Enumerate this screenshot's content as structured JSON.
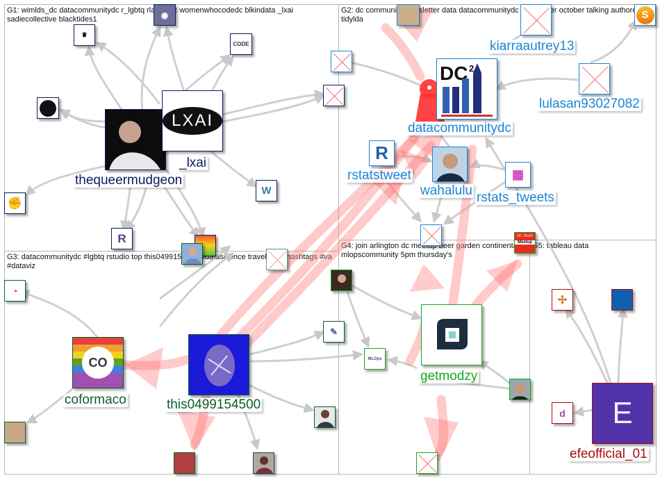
{
  "graph": {
    "groups": [
      {
        "id": "G1",
        "title": "G1: wimlds_dc datacommunitydc r_lgbtq rladiesdc womenwhocodedc blkindata _lxai sadiecollective blacktides1",
        "color": "#0b1a5c"
      },
      {
        "id": "G2",
        "title": "G2: dc community newsletter data datacommunitydc september october talking authored tidylda",
        "color": "#1a86d6"
      },
      {
        "id": "G3",
        "title": "G3: datacommunitydc #lgbtq rstudio top this0499154500 #datascience travelingali hashtags #va #dataviz",
        "color": "#0b5e2a"
      },
      {
        "id": "G4",
        "title": "G4: join arlington dc meetup beer garden continental mlopscommunity 5pm thursday's",
        "color": "#17a81e"
      },
      {
        "id": "G5",
        "title": "G5: tableau data",
        "color": "#a80d0d"
      }
    ],
    "labels": {
      "thequeermudgeon": "thequeermudgeon",
      "lxai": "_lxai",
      "datacommunitydc": "datacommunitydc",
      "kiarraautrey13": "kiarraautrey13",
      "lulasan93027082": "lulasan93027082",
      "rstatstweet": "rstatstweet",
      "wahalulu": "wahalulu",
      "rstats_tweets": "rstats_tweets",
      "coformaco": "coformaco",
      "this0499154500": "this0499154500",
      "getmodzy": "getmodzy",
      "efeofficial_01": "efeofficial_01"
    },
    "node_glyphs": {
      "lxai": "LXAI",
      "dc2": "DC²",
      "r": "R",
      "coformaco": "CO",
      "efe": "E",
      "code": "CODE",
      "meetup": "Meetup",
      "dctech": "DC TECH",
      "mlops": "MLOps",
      "slogan": "S"
    }
  }
}
